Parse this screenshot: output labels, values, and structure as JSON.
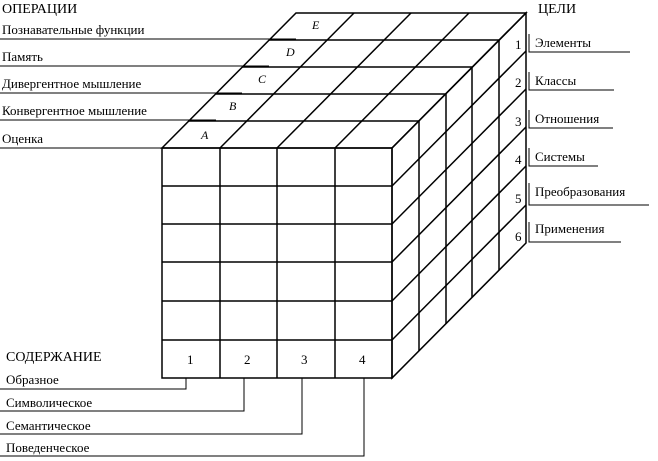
{
  "headers": {
    "operations": "ОПЕРАЦИИ",
    "goals": "ЦЕЛИ",
    "content": "СОДЕРЖАНИЕ"
  },
  "operations": [
    {
      "letter": "E",
      "label": "Познавательные функции"
    },
    {
      "letter": "D",
      "label": "Память"
    },
    {
      "letter": "C",
      "label": "Дивергентное мышление"
    },
    {
      "letter": "B",
      "label": "Конвергентное мышление"
    },
    {
      "letter": "A",
      "label": "Оценка"
    }
  ],
  "goals": [
    {
      "num": "1",
      "label": "Элементы"
    },
    {
      "num": "2",
      "label": "Классы"
    },
    {
      "num": "3",
      "label": "Отношения"
    },
    {
      "num": "4",
      "label": "Системы"
    },
    {
      "num": "5",
      "label": "Преобразования"
    },
    {
      "num": "6",
      "label": "Применения"
    }
  ],
  "contents": [
    {
      "num": "1",
      "label": "Образное"
    },
    {
      "num": "2",
      "label": "Символическое"
    },
    {
      "num": "3",
      "label": "Семантическое"
    },
    {
      "num": "4",
      "label": "Поведенческое"
    }
  ]
}
